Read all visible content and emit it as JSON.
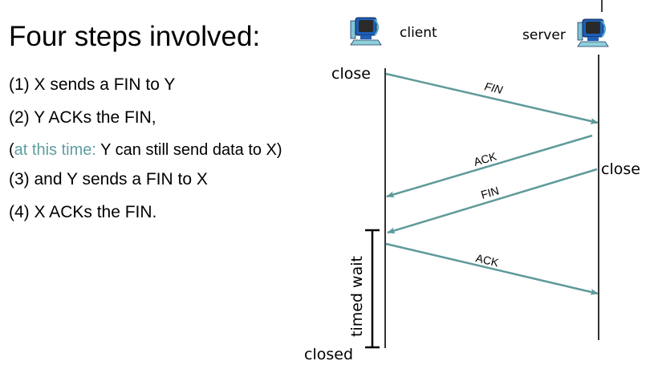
{
  "title": "Four steps involved:",
  "steps": [
    {
      "text": "(1) X sends a FIN to Y"
    },
    {
      "text": "(2) Y  ACKs the FIN,"
    },
    {
      "note_prefix": "(",
      "note_highlight": "at this time:",
      "note_rest": " Y can still send data to X)"
    },
    {
      "text": "(3) and Y  sends a FIN to X"
    },
    {
      "text": "(4)  X ACKs the FIN."
    }
  ],
  "diagram": {
    "client_label": "client",
    "server_label": "server",
    "client_icon": "computer-icon",
    "server_icon": "computer-icon",
    "client_close_label": "close",
    "server_close_label": "close",
    "timed_wait_label": "timed wait",
    "closed_label": "closed",
    "messages": [
      {
        "label": "FIN",
        "from": "client",
        "to": "server"
      },
      {
        "label": "ACK",
        "from": "server",
        "to": "client"
      },
      {
        "label": "FIN",
        "from": "server",
        "to": "client"
      },
      {
        "label": "ACK",
        "from": "client",
        "to": "server"
      }
    ],
    "colors": {
      "arrow": "#5f9a9a",
      "highlight": "#5f9ea0",
      "line": "#000000"
    }
  }
}
